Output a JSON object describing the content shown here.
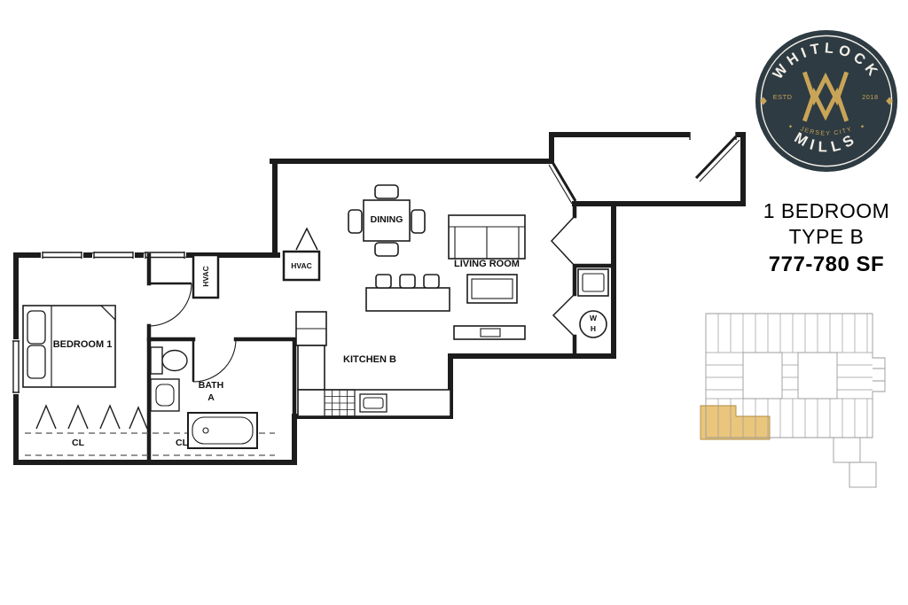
{
  "logo": {
    "name_top": "WHITLOCK",
    "name_bottom": "MILLS",
    "monogram": "WM",
    "estd": "ESTD",
    "year": "2018",
    "city": "JERSEY CITY",
    "colors": {
      "badge": "#2e3b42",
      "gold": "#c9a457",
      "ring": "#f2efe8"
    }
  },
  "unit_info": {
    "line1": "1 BEDROOM",
    "line2": "TYPE B",
    "size": "777-780 SF"
  },
  "floorplan": {
    "labels": {
      "bedroom": "BEDROOM 1",
      "bath_line1": "BATH",
      "bath_line2": "A",
      "kitchen": "KITCHEN B",
      "dining": "DINING",
      "living": "LIVING ROOM",
      "hvac_1": "HVAC",
      "hvac_2": "HVAC",
      "closet_1": "CL",
      "closet_2": "CL",
      "water_heater_w": "W",
      "water_heater_h": "H"
    },
    "line_color": "#1c1c1c"
  },
  "keyplan": {
    "highlight_color": "#eac57c",
    "line_color": "#9a9a9a"
  }
}
